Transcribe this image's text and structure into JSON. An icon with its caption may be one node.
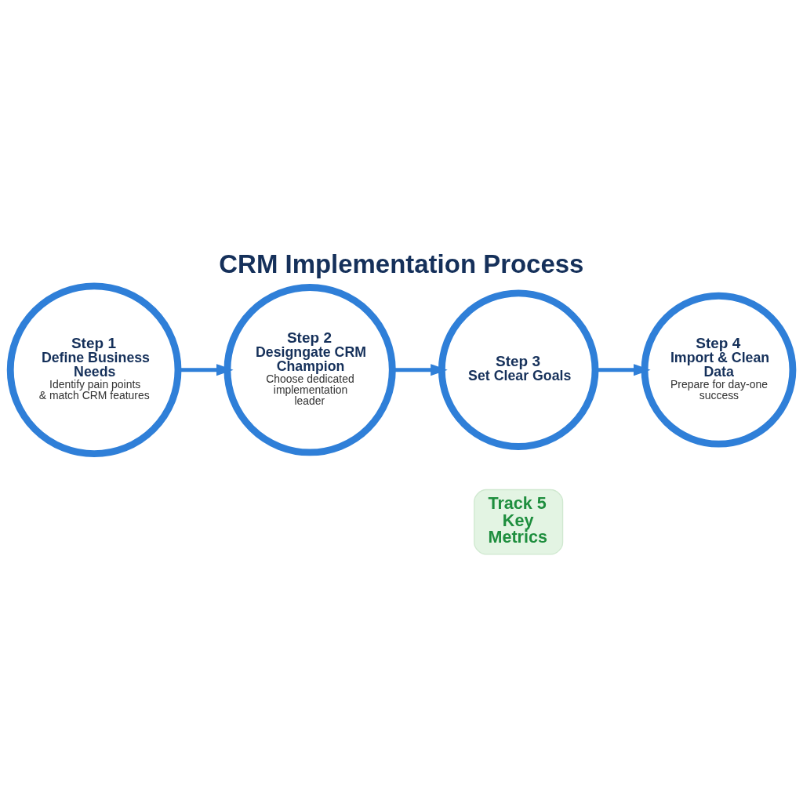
{
  "diagram": {
    "title": "CRM Implementation Process",
    "nodes": [
      {
        "text": [
          "Step 1",
          "Define Business Needs",
          "Identify pain points & match CRM features"
        ]
      },
      {
        "text": [
          "Step 2",
          "Designgate CRM Champion",
          "Choose dedicated implementation leader"
        ]
      },
      {
        "text": [
          "Step 3",
          "Set Clear Goals"
        ]
      },
      {
        "text": [
          "Step 4",
          "Import & Clean Data",
          "Prepare for day-one success"
        ]
      },
      {
        "text": [
          "Track 5 Key Metrics"
        ]
      }
    ],
    "edges": [
      {
        "from": 0,
        "to": 1,
        "arrow": "to"
      },
      {
        "from": 1,
        "to": 2,
        "arrow": "to"
      },
      {
        "from": 2,
        "to": 3,
        "arrow": "to"
      }
    ]
  }
}
